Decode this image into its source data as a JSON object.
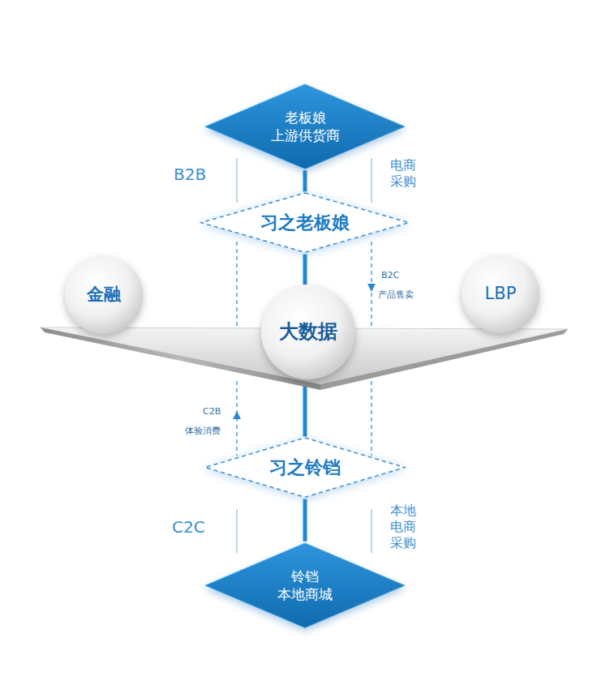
{
  "diagram": {
    "nodes": [
      {
        "text": [
          "老板娘 上游供货商"
        ]
      },
      {
        "text": [
          "习之老板娘"
        ]
      },
      {
        "text": [
          "金融"
        ]
      },
      {
        "text": [
          "大数据"
        ]
      },
      {
        "text": [
          "LBP"
        ]
      },
      {
        "text": [
          "习之铃铛"
        ]
      },
      {
        "text": [
          "铃铛 本地商城"
        ]
      }
    ],
    "edges": [
      {
        "from": 0,
        "to": 1,
        "arrow": "none"
      },
      {
        "from": 1,
        "to": 3,
        "arrow": "none"
      },
      {
        "from": 3,
        "to": 5,
        "arrow": "none"
      },
      {
        "from": 5,
        "to": 6,
        "arrow": "none"
      }
    ],
    "labels": [
      "B2B",
      "电商 采购",
      "B2C",
      "产品售卖",
      "C2B",
      "体验消费",
      "C2C",
      "本地 电商 采购"
    ]
  }
}
